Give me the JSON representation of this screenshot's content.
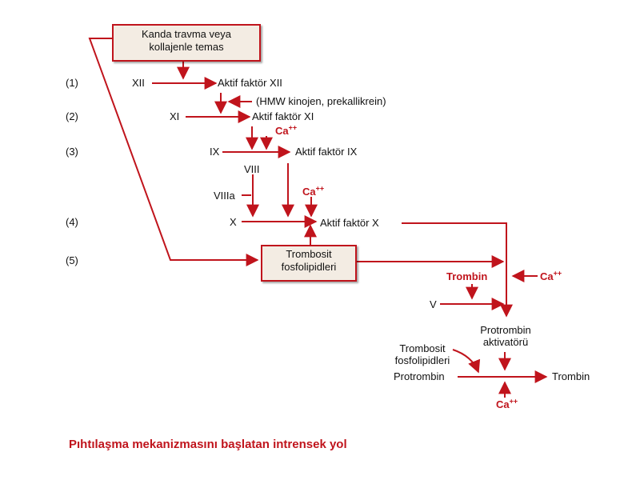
{
  "start_box": {
    "line1": "Kanda travma veya",
    "line2": "kollajenle temas"
  },
  "steps": [
    "(1)",
    "(2)",
    "(3)",
    "(4)",
    "(5)"
  ],
  "factors": {
    "xii": "XII",
    "xi": "XI",
    "ix": "IX",
    "viii": "VIII",
    "viiia": "VIIIa",
    "x": "X",
    "v": "V"
  },
  "active": {
    "xii": "Aktif faktör XII",
    "xi": "Aktif faktör XI",
    "ix": "Aktif faktör IX",
    "x": "Aktif faktör X"
  },
  "hmw": "(HMW kinojen, prekallikrein)",
  "calcium": {
    "base": "Ca",
    "charge": "++"
  },
  "platelet_box": {
    "line1": "Trombosit",
    "line2": "fosfolipidleri"
  },
  "thrombin_red": "Trombin",
  "prothrombin_activator": {
    "line1": "Protrombin",
    "line2": "aktivatörü"
  },
  "platelet_lower": {
    "line1": "Trombosit",
    "line2": "fosfolipidleri"
  },
  "prothrombin": "Protrombin",
  "thrombin_out": "Trombin",
  "caption": "Pıhtılaşma mekanizmasını başlatan intrensek yol",
  "colors": {
    "accent": "#c0141c",
    "box_fill": "#f3ece3"
  }
}
